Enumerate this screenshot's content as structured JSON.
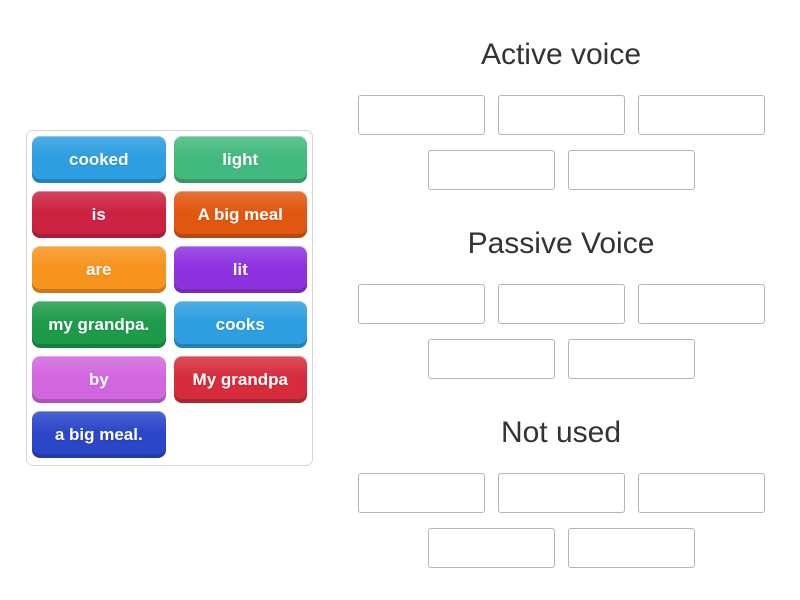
{
  "activity": {
    "type_label": "group-sort"
  },
  "tile_panel": {
    "tiles": [
      {
        "label": "cooked",
        "color": "#2d9ee0"
      },
      {
        "label": "light",
        "color": "#42b97e"
      },
      {
        "label": "is",
        "color": "#cc2140"
      },
      {
        "label": "A big meal",
        "color": "#e2570f"
      },
      {
        "label": "are",
        "color": "#f7941e"
      },
      {
        "label": "lit",
        "color": "#8e32e0"
      },
      {
        "label": "my grandpa.",
        "color": "#1d9b4a"
      },
      {
        "label": "cooks",
        "color": "#2d9ee0"
      },
      {
        "label": "by",
        "color": "#d266de"
      },
      {
        "label": "My grandpa",
        "color": "#d62c3c"
      },
      {
        "label": "a big meal.",
        "color": "#2b46c8"
      }
    ]
  },
  "groups": [
    {
      "title": "Active voice",
      "slot_count": 5
    },
    {
      "title": "Passive Voice",
      "slot_count": 5
    },
    {
      "title": "Not used",
      "slot_count": 5
    }
  ],
  "colors": {
    "page_background": "#ffffff",
    "heading_text": "#333333",
    "slot_border": "#b5b5b5",
    "panel_border": "#d5d5d5",
    "tile_text": "#ffffff"
  }
}
